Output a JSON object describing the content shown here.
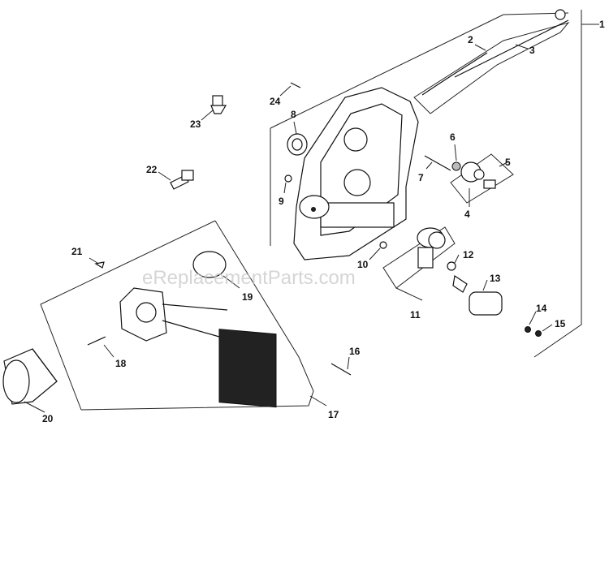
{
  "watermark": "eReplacementParts.com",
  "callouts": {
    "c1": "1",
    "c2": "2",
    "c3": "3",
    "c4": "4",
    "c5": "5",
    "c6": "6",
    "c7": "7",
    "c8": "8",
    "c9": "9",
    "c10": "10",
    "c11": "11",
    "c12": "12",
    "c13": "13",
    "c14": "14",
    "c15": "15",
    "c16": "16",
    "c17": "17",
    "c18": "18",
    "c19": "19",
    "c20": "20",
    "c21": "21",
    "c22": "22",
    "c23": "23",
    "c24": "24"
  }
}
